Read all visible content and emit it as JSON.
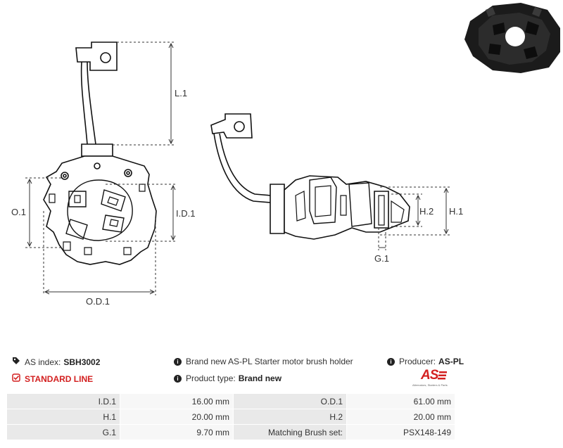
{
  "dimensions": {
    "l1": "L.1",
    "o1": "O.1",
    "id1": "I.D.1",
    "od1": "O.D.1",
    "h1": "H.1",
    "h2": "H.2",
    "g1": "G.1"
  },
  "info": {
    "as_index_label": "AS index:",
    "as_index_value": "SBH3002",
    "standard_line": "STANDARD LINE",
    "description": "Brand new AS-PL Starter motor brush holder",
    "product_type_label": "Product type:",
    "product_type_value": "Brand new",
    "producer_label": "Producer:",
    "producer_value": "AS-PL"
  },
  "logo": {
    "text": "AS",
    "tagline": "Alternators, Starters & Parts"
  },
  "specs": [
    {
      "label1": "I.D.1",
      "value1": "16.00 mm",
      "label2": "O.D.1",
      "value2": "61.00 mm"
    },
    {
      "label1": "H.1",
      "value1": "20.00 mm",
      "label2": "H.2",
      "value2": "20.00 mm"
    },
    {
      "label1": "G.1",
      "value1": "9.70 mm",
      "label2": "Matching Brush set:",
      "value2": "PSX148-149"
    }
  ],
  "colors": {
    "accent": "#d32020",
    "line": "#111111"
  }
}
